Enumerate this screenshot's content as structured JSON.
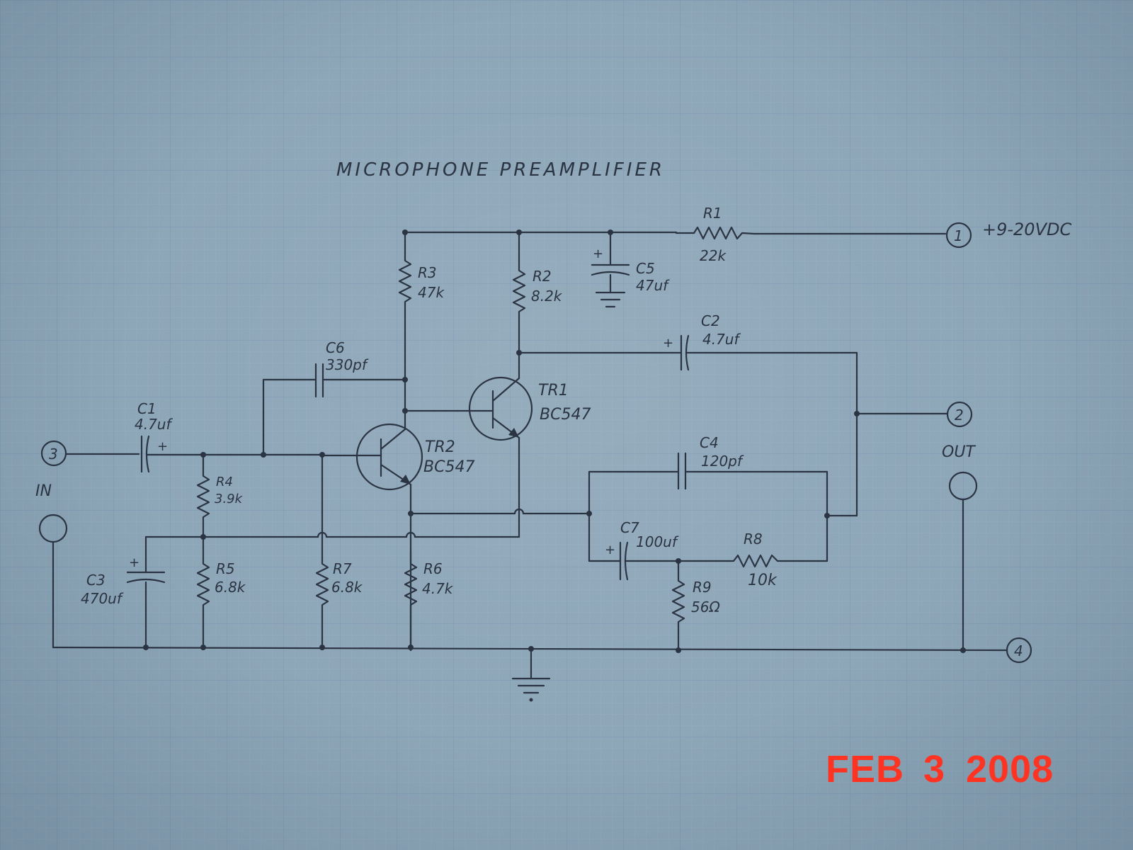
{
  "title": "MICROPHONE PREAMPLIFIER",
  "terminals": {
    "t1": "1",
    "t2": "2",
    "t3": "3",
    "t4": "4",
    "supply_label": "+9-20VDC",
    "in_label": "IN",
    "out_label": "OUT"
  },
  "components": {
    "r1": {
      "name": "R1",
      "value": "22k"
    },
    "r2": {
      "name": "R2",
      "value": "8.2k"
    },
    "r3": {
      "name": "R3",
      "value": "47k"
    },
    "r4": {
      "name": "R4",
      "value": "3.9k"
    },
    "r5": {
      "name": "R5",
      "value": "6.8k"
    },
    "r6": {
      "name": "R6",
      "value": "4.7k"
    },
    "r7": {
      "name": "R7",
      "value": "6.8k"
    },
    "r8": {
      "name": "R8",
      "value": "10k"
    },
    "r9": {
      "name": "R9",
      "value": "56Ω"
    },
    "c1": {
      "name": "C1",
      "value": "4.7uf"
    },
    "c2": {
      "name": "C2",
      "value": "4.7uf"
    },
    "c3": {
      "name": "C3",
      "value": "470uf"
    },
    "c4": {
      "name": "C4",
      "value": "120pf"
    },
    "c5": {
      "name": "C5",
      "value": "47uf"
    },
    "c6": {
      "name": "C6",
      "value": "330pf"
    },
    "c7": {
      "name": "C7",
      "value": "100uf"
    },
    "tr1": {
      "name": "TR1",
      "value": "BC547"
    },
    "tr2": {
      "name": "TR2",
      "value": "BC547"
    }
  },
  "polarity_mark": "+",
  "date_stamp": {
    "month": "FEB",
    "day": "3",
    "year": "2008"
  },
  "colors": {
    "ink": "#2b3442",
    "paper": "#8da6b8",
    "stamp": "#ff3322"
  }
}
